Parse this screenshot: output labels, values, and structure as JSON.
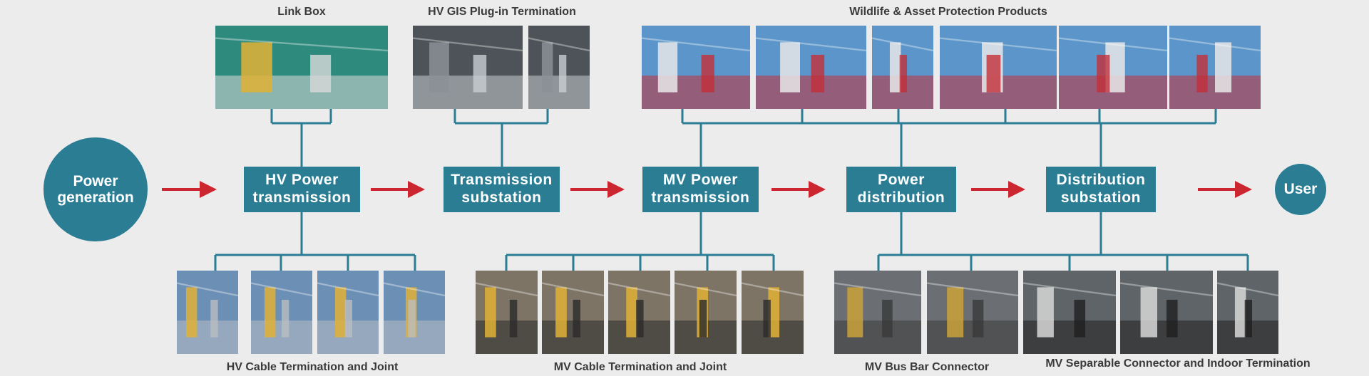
{
  "colors": {
    "accent": "#2b7d94",
    "arrow": "#cc2631",
    "background": "#ececec",
    "caption": "#3a3a3a"
  },
  "flow": {
    "start": {
      "label": "Power\ngeneration"
    },
    "stages": [
      {
        "label": "HV Power\ntransmission"
      },
      {
        "label": "Transmission\nsubstation"
      },
      {
        "label": "MV Power\ntransmission"
      },
      {
        "label": "Power\ndistribution"
      },
      {
        "label": "Distribution\nsubstation"
      }
    ],
    "end": {
      "label": "User"
    }
  },
  "captions": {
    "link_box": "Link Box",
    "hv_gis": "HV GIS Plug-in Termination",
    "wildlife": "Wildlife & Asset Protection Products",
    "hv_cable": "HV Cable Termination and Joint",
    "mv_cable": "MV Cable Termination and Joint",
    "mv_busbar": "MV Bus Bar Connector",
    "mv_separable": "MV Separable Connector and Indoor Termination"
  },
  "photo_groups": {
    "link_box": [
      {
        "icon": "link-box-cabinet-photo"
      }
    ],
    "hv_gis": [
      {
        "icon": "gis-termination-photo"
      },
      {
        "icon": "gis-corridor-photo"
      }
    ],
    "wildlife": [
      {
        "icon": "cable-cover-sky-photo"
      },
      {
        "icon": "red-insulation-photo"
      },
      {
        "icon": "red-cover-photo"
      },
      {
        "icon": "substation-insulator-photo"
      },
      {
        "icon": "red-insulator-cover-photo"
      },
      {
        "icon": "termination-cover-photo"
      }
    ],
    "hv_cable": [
      {
        "icon": "cable-trench-photo"
      },
      {
        "icon": "transmission-pole-photo"
      },
      {
        "icon": "lattice-tower-photo"
      },
      {
        "icon": "substation-yard-photo"
      }
    ],
    "mv_cable": [
      {
        "icon": "cable-joint-trench-photo"
      },
      {
        "icon": "black-cable-joint-photo"
      },
      {
        "icon": "distribution-pole-photo"
      },
      {
        "icon": "pole-termination-photo"
      },
      {
        "icon": "lineman-photo"
      }
    ],
    "mv_busbar": [
      {
        "icon": "busbar-connector-photo"
      },
      {
        "icon": "busbar-panel-photo"
      }
    ],
    "mv_separable": [
      {
        "icon": "separable-connector-photo"
      },
      {
        "icon": "t-connector-photo"
      },
      {
        "icon": "indoor-termination-photo"
      }
    ]
  }
}
